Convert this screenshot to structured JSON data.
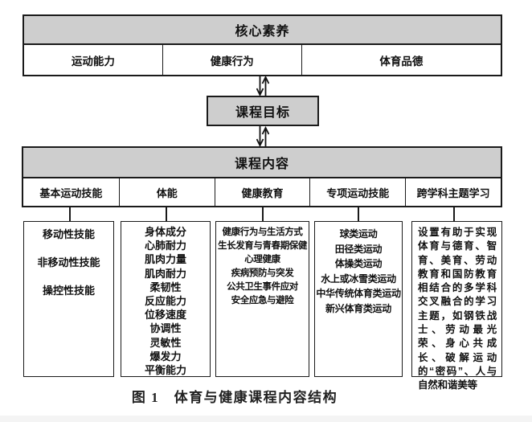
{
  "colors": {
    "header_fill": "#cecece",
    "border": "#1a1a1a",
    "background": "#ffffff"
  },
  "core_table": {
    "title": "核心素养",
    "cells": [
      "运动能力",
      "健康行为",
      "体育品德"
    ]
  },
  "goal_box": {
    "label": "课程目标"
  },
  "content_table": {
    "title": "课程内容",
    "columns": [
      {
        "label": "基本运动技能",
        "items": [
          "移动性技能",
          "非移动性技能",
          "操控性技能"
        ]
      },
      {
        "label": "体能",
        "items": [
          "身体成分",
          "心肺耐力",
          "肌肉力量",
          "肌肉耐力",
          "柔韧性",
          "反应能力",
          "位移速度",
          "协调性",
          "灵敏性",
          "爆发力",
          "平衡能力"
        ]
      },
      {
        "label": "健康教育",
        "items": [
          "健康行为与生活方式",
          "生长发育与青春期保健",
          "心理健康",
          "疾病预防与突发",
          "公共卫生事件应对",
          "安全应急与避险"
        ]
      },
      {
        "label": "专项运动技能",
        "items": [
          "球类运动",
          "田径类运动",
          "体操类运动",
          "水上或冰雪类运动",
          "中华传统体育类运动",
          "新兴体育类运动"
        ]
      },
      {
        "label": "跨学科主题学习",
        "paragraph": "设置有助于实现体育与德育、智育、美育、劳动教育和国防教育相结合的多学科交叉融合的学习主题，如钢铁战士、劳动最光荣、身心共成长、破解运动的“密码”、人与自然和谐美等"
      }
    ]
  },
  "caption": "图 1　体育与健康课程内容结构"
}
